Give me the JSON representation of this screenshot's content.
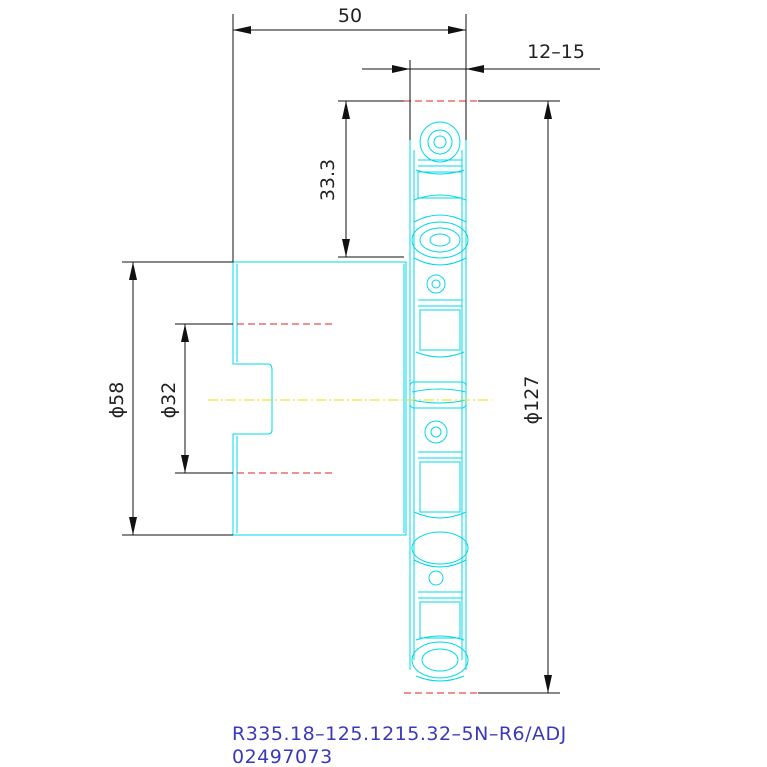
{
  "dimensions": {
    "width_top": "50",
    "thickness": "12–15",
    "offset": "33.3",
    "hub_dia": "ϕ58",
    "bore_dia": "ϕ32",
    "cutter_dia": "ϕ127"
  },
  "part_number": "R335.18–125.1215.32–5N–R6/ADJ",
  "item_code": "02497073",
  "colors": {
    "outline": "#00d8e8",
    "dimension": "#111111",
    "centerline_red": "#e02020",
    "centerline_yellow": "#e8e000",
    "part_text": "#3a3ab8"
  }
}
